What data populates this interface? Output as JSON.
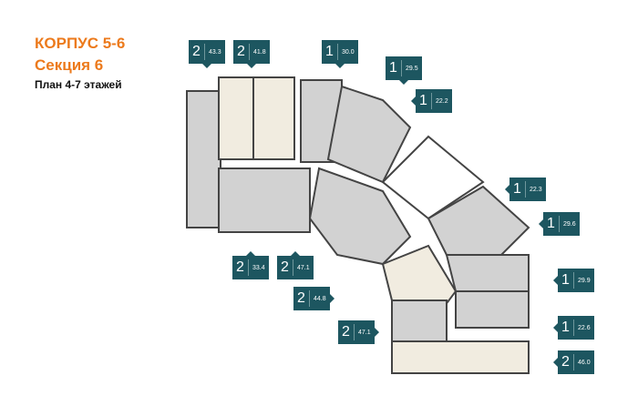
{
  "header": {
    "building": "КОРПУС 5-6",
    "section": "Секция 6",
    "plan": "План 4-7 этажей"
  },
  "apartments": [
    {
      "rooms": "2",
      "area": "43.3"
    },
    {
      "rooms": "2",
      "area": "41.8"
    },
    {
      "rooms": "1",
      "area": "30.0"
    },
    {
      "rooms": "1",
      "area": "29.5"
    },
    {
      "rooms": "1",
      "area": "22.2"
    },
    {
      "rooms": "1",
      "area": "22.3"
    },
    {
      "rooms": "1",
      "area": "29.6"
    },
    {
      "rooms": "1",
      "area": "29.9"
    },
    {
      "rooms": "1",
      "area": "22.6"
    },
    {
      "rooms": "2",
      "area": "46.0"
    },
    {
      "rooms": "2",
      "area": "33.4"
    },
    {
      "rooms": "2",
      "area": "47.1"
    },
    {
      "rooms": "2",
      "area": "44.8"
    },
    {
      "rooms": "2",
      "area": "47.1"
    }
  ],
  "colors": {
    "badge": "#1d5660",
    "title": "#ec7a1c"
  }
}
